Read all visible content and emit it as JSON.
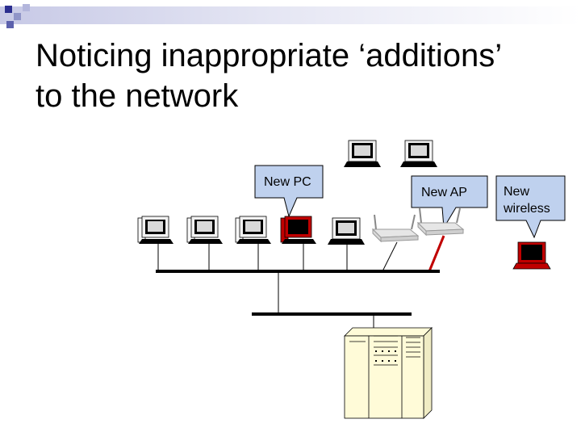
{
  "slide": {
    "title_line1": "Noticing inappropriate ‘additions’",
    "title_line2": "to the network"
  },
  "callouts": {
    "new_pc": "New PC",
    "new_ap": "New AP",
    "new_wireless_line1": "New",
    "new_wireless_line2": "wireless"
  },
  "colors": {
    "callout_fill": "#bfd1ee",
    "rogue_red": "#c00000",
    "server_fill": "#fffbd8",
    "bullet_blue": "#2b2e8f"
  }
}
